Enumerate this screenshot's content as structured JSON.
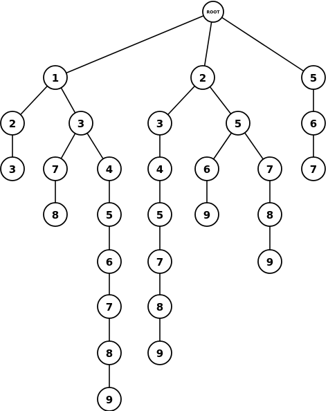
{
  "tree": {
    "root": {
      "id": "root",
      "label": "ROOT"
    },
    "nodes": [
      {
        "id": "n1",
        "label": "1",
        "parent": "root"
      },
      {
        "id": "n2",
        "label": "2",
        "parent": "root"
      },
      {
        "id": "n3",
        "label": "5",
        "parent": "root"
      },
      {
        "id": "n4",
        "label": "2",
        "parent": "n1"
      },
      {
        "id": "n5",
        "label": "3",
        "parent": "n1"
      },
      {
        "id": "n6",
        "label": "3",
        "parent": "n4"
      },
      {
        "id": "n7",
        "label": "7",
        "parent": "n5"
      },
      {
        "id": "n8",
        "label": "4",
        "parent": "n5"
      },
      {
        "id": "n9",
        "label": "8",
        "parent": "n7"
      },
      {
        "id": "n10",
        "label": "5",
        "parent": "n8"
      },
      {
        "id": "n11",
        "label": "6",
        "parent": "n10"
      },
      {
        "id": "n12",
        "label": "7",
        "parent": "n11"
      },
      {
        "id": "n13",
        "label": "8",
        "parent": "n12"
      },
      {
        "id": "n14",
        "label": "9",
        "parent": "n13"
      },
      {
        "id": "n15",
        "label": "3",
        "parent": "n2"
      },
      {
        "id": "n16",
        "label": "5",
        "parent": "n2"
      },
      {
        "id": "n17",
        "label": "4",
        "parent": "n15"
      },
      {
        "id": "n18",
        "label": "5",
        "parent": "n17"
      },
      {
        "id": "n19",
        "label": "7",
        "parent": "n18"
      },
      {
        "id": "n20",
        "label": "8",
        "parent": "n19"
      },
      {
        "id": "n21",
        "label": "9",
        "parent": "n20"
      },
      {
        "id": "n22",
        "label": "6",
        "parent": "n16"
      },
      {
        "id": "n23",
        "label": "7",
        "parent": "n16"
      },
      {
        "id": "n24",
        "label": "9",
        "parent": "n22"
      },
      {
        "id": "n25",
        "label": "8",
        "parent": "n23"
      },
      {
        "id": "n26",
        "label": "9",
        "parent": "n25"
      },
      {
        "id": "n27",
        "label": "6",
        "parent": "n3"
      },
      {
        "id": "n28",
        "label": "7",
        "parent": "n27"
      }
    ]
  }
}
